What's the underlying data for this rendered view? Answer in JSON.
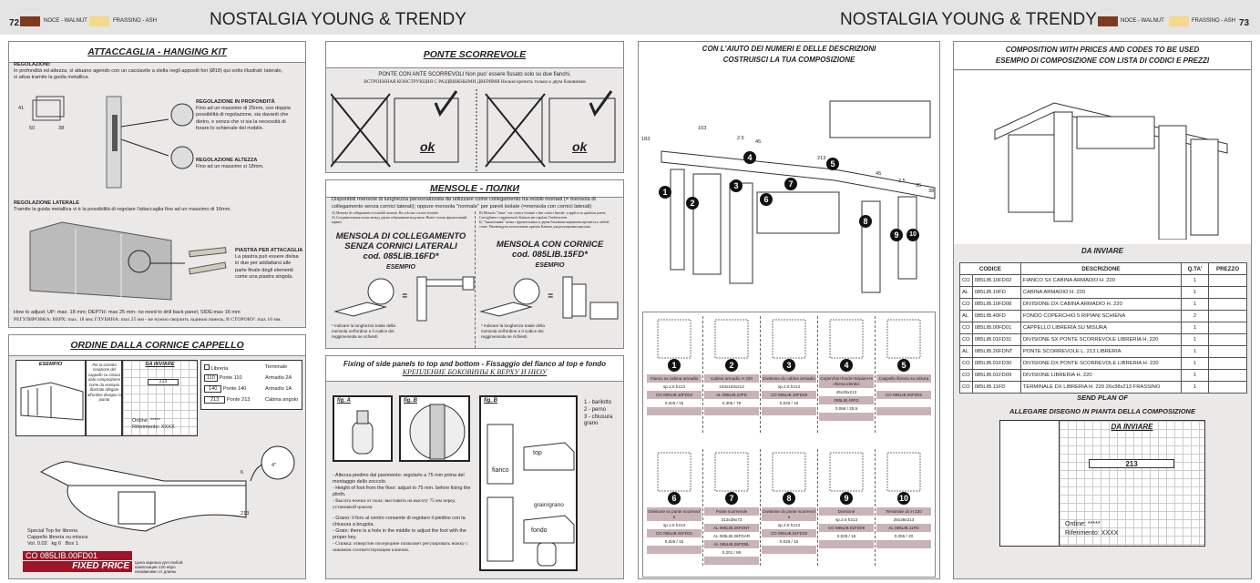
{
  "header": {
    "left_page": "72",
    "right_page": "73",
    "brand": "NOSTALGIA YOUNG & TRENDY",
    "finish_walnut": "NOCE - WALNUT",
    "finish_ash": "FRASSINO - ASH",
    "color_walnut": "#7d3a1f",
    "color_ash": "#f3d98a"
  },
  "hanging_kit": {
    "title": "ATTACCAGLIA - HANGING KIT",
    "reg_title": "REGOLAZIONI:",
    "reg_text": "In profondità ed altezza, si attuano agendo con un cacciavite a stella negli appositi fori (Ø18) qui sotto illustrati: laterale, si attua tramite la guida metallica.",
    "dim_h": "41",
    "dim_w": "50",
    "dim_d": "38",
    "depth_title": "REGOLAZIONE IN PROFONDITÀ",
    "depth_text": "Fino ad un massimo di 25mm, con doppia possibilità di regolazione, sia davanti che dietro, e senza che vi sia la necessità di forare lo schienale del mobile.",
    "height_title": "REGOLAZIONE ALTEZZA",
    "height_text": "Fino ad un massimo si 18mm.",
    "lat_title": "REGOLAZIONE LATERALE",
    "lat_text": "Tramite la guida metallica vi è la possibilità di regolare l'attaccaglia fino ad un massimo di 16mm.",
    "plate_title": "PIASTRA PER ATTACAGLIA",
    "plate_text": "La piastra può essere divisa in due per addattarsi alle parte finale degli elementi come una piastra singola.",
    "adjust_en": "How to adjust: UP: max. 18 mm; DEPTH: max 25 mm- no need to drill back panel; SIDE:max 16 mm",
    "adjust_ru": "РЕГУЛИРОВКА: ВЕРХ: max. 18 мм; ГЛУБИНА: max 25 мм - не нужно сверлить заднюю панель; В СТОРОНУ: max 16 мм."
  },
  "cornice": {
    "title": "ORDINE DALLA CORNICE CAPPELLO",
    "esempio": "ESEMPIO",
    "note": "Per la corretta creazione del cappello su misura dato composizione come da esempio illustrato allegare all'ordine disegno in pianta",
    "da_inviare": "DA INVIARE",
    "plan_value": "213",
    "ordine": "Ordine: *****",
    "riferimento": "Riferimento: XXXX",
    "legend": [
      {
        "k": "",
        "v": "Libreria"
      },
      {
        "k": "110",
        "v": "Ponte 110"
      },
      {
        "k": "140",
        "v": "Ponte 140"
      },
      {
        "k": "213",
        "v": "Ponte 213"
      }
    ],
    "legend2": [
      "Terminale",
      "Armadio 2A",
      "Armadio 1A",
      "Cabina angolo"
    ],
    "dim_6": "6",
    "dim_4": "4\"",
    "dim_213": "213",
    "special": "Special Top for libreria",
    "cappello": "Cappello libreria su misura",
    "vol": "Vol. 0.02",
    "kg": "kg 6",
    "box": "Box 1",
    "code": "CO 085LIB.00FD01",
    "fixed": "FIXED PRICE",
    "ru_note": "Цена карниза для любой композиции 120 евро независимо от длины"
  },
  "ponte": {
    "title": "PONTE SCORREVOLE",
    "line_it": "PONTE CON ANTE SCORREVOLI    Non puo' essere fissato solo su due fianchi.",
    "line_ru": "ВСТРОЕННАЯ КОНСТРУКЦИЯ С РАЗДВИЖНЫМИ ДВЕРЯМИ    Нельзя крепить только к двум боковинам",
    "ok": "ok"
  },
  "mensole": {
    "title": "MENSOLE - ПОЛКИ",
    "intro": "Disponibili mensole di lunghezza personalizzata da utilizzare come collegamento tra mobili montati (= mensola di collegamento senza cornici laterali); oppure mensola \"normale\" per pareti isolate (=mensola con cornici laterali)",
    "a_it": "A) Mensola di collegamento fra mobili montati. Ha solo una cornice frontale.",
    "a_ru": "А) Соединительная полка между двумя собранными модулями. Имеет только фронтальный карниз.",
    "b_it": "B) Mensola \"finita\" con cornice frontale e due cornici laterali: si applica su qualsiasi parete. Consigliamo i reggimensola Kaiman per regolare l'inclinazione.",
    "b_ru": "Б) \"Законченная\" полка с фронтальным и двумя боковыми карнизами крепится к любой стене. Рекомендуем использовать крепеж Kaiman для регулировки наклона.",
    "left_title": "MENSOLA DI COLLEGAMENTO SENZA CORNICI LATERALI",
    "left_code": "cod. 085LIB.16FD*",
    "right_title": "MENSOLA CON CORNICE",
    "right_code": "cod. 085LIB.15FD*",
    "esempio": "ESEMPIO",
    "eq": "=",
    "footnote": "* Indicare la lunghezza totale della mensola nell'ordine e il codice dei reggimensola se richiesti"
  },
  "fixing": {
    "title": "Fixing of side panels to top and bottom - Fissaggio del fianco al top e fondo",
    "title_ru": "КРЕПЛЕНИЕ БОКОВИНЫ К ВЕРХУ И НИЗУ",
    "fig_a": "fig. A",
    "fig_b": "fig. B",
    "fig_b2": "fig. B",
    "parts": [
      "1 - barilotto",
      "2 - perno",
      "3 - chiusura grano"
    ],
    "lbl_top": "top",
    "lbl_fianco": "fianco",
    "lbl_grain": "grain/grano",
    "lbl_fondo": "fondo",
    "notes": [
      "- Altezza piedino dal pavimento: regolarlo a 75 mm prima del montaggio dello zoccolo.",
      "- Height of foot from the floor: adjust to 75 mm. before fixing the plinth.",
      "- Высота ножки от пола: выставить на высоту 75 мм перед установкой цоколя.",
      "- Grano: il foro al centro consente di regolare il piedino con la chiusura a brugola.",
      "- Grain: there is a hole in the middle to adjust the foot with the proper key.",
      "- Стяжка: отверстие посередине позволяет регулировать ножку с зажимом соответствующим ключом."
    ]
  },
  "compose": {
    "title1": "CON L'AIUTO DEI NUMERI E DELLE DESCRIZIONI",
    "title2": "COSTRUISCI LA TUA COMPOSIZIONE",
    "dims": [
      "183",
      "103",
      "2.5",
      "45",
      "213",
      "45",
      "2.5",
      "35",
      "38"
    ],
    "items": [
      {
        "n": "1",
        "name": "Fianco sx cabina armadio",
        "size": "sp.2.5 h213",
        "code": "CO 085LIB.10FD02",
        "vol": "0,026 / 15"
      },
      {
        "n": "2",
        "name": "Cabina armadio H 220",
        "size": "103x103x213",
        "code": "AL 085LIB.10FD",
        "vol": "0,306 / 79"
      },
      {
        "n": "3",
        "name": "Divisione dx cabina armadio",
        "size": "sp.2.5 h213",
        "code": "CO 085LIB.10FD08",
        "vol": "0,026 / 15"
      },
      {
        "n": "4",
        "name": "Coperchio+fondo+5ripiani+schiena identici",
        "size": "45x35x213",
        "code": "085LIB.40FD",
        "vol": "0,066 / 25.5"
      },
      {
        "n": "5",
        "name": "Cappello libreria su misura",
        "size": "",
        "code": "CO 085LIB.00FD01",
        "vol": ""
      },
      {
        "n": "6",
        "name": "Divisione sx ponte scorrevole",
        "size": "sp.2.5 h213",
        "code": "CO 085LIB.01FD31",
        "vol": "0,026 / 15"
      },
      {
        "n": "7",
        "name": "Ponte scorrevole",
        "size": "213x38x73",
        "code": "AL 085LIB.26FDNT",
        "code2": "AL 085LIB.26FDAR",
        "code3": "AL 085LIB.26FDBL",
        "vol": "0,201 / 86"
      },
      {
        "n": "8",
        "name": "Divisione dx ponte scorrevole",
        "size": "sp.2.5 h213",
        "code": "CO 085LIB.01FD30",
        "vol": "0,026 / 15"
      },
      {
        "n": "9",
        "name": "Divisione",
        "size": "sp.2.5 h213",
        "code": "CO 085LIB.01FD09",
        "vol": "0,026 / 15"
      },
      {
        "n": "10",
        "name": "Terminale dx H 220",
        "size": "26x38x213",
        "code": "AL 085LIB.11FD",
        "vol": "0,055 / 20"
      }
    ]
  },
  "price": {
    "title1": "COMPOSITION WITH PRICES AND CODES TO BE USED",
    "title2": "ESEMPIO DI COMPOSIZIONE CON LISTA DI CODICI E PREZZI",
    "da_inviare": "DA INVIARE",
    "headers": [
      "CODICE",
      "DESCRIZIONE",
      "Q.TA'",
      "PREZZO"
    ],
    "rows": [
      [
        "CO",
        "085LIB.10FD02",
        "FIANCO SX CABINA ARMADIO H. 220",
        "1"
      ],
      [
        "AL",
        "085LIB.10FD",
        "CABINA ARMADIO H. 220",
        "1"
      ],
      [
        "CO",
        "085LIB.10FD08",
        "DIVISIONE DX CABINA ARMADIO H. 220",
        "1"
      ],
      [
        "AL",
        "085LIB.40FD",
        "FONDO COPERCHIO 5 RIPIANI SCHIENA",
        "2"
      ],
      [
        "CO",
        "085LIB.00FD01",
        "CAPPELLO LIBRERIA SU MISURA",
        "1"
      ],
      [
        "CO",
        "085LIB.01FD31",
        "DIVISIONE SX PONTE SCORREVOLE LIBRERIA H. 220",
        "1"
      ],
      [
        "AL",
        "085LIB.26FDNT",
        "PONTE SCORREVOLE L. 213 LIBRERIA",
        "1"
      ],
      [
        "CO",
        "085LIB.01FD30",
        "DIVISIONE DX PONTE SCORREVOLE LIBRERIA H. 220",
        "1"
      ],
      [
        "CO",
        "085LIB.01FD09",
        "DIVISIONE LIBRERIA H. 220",
        "1"
      ],
      [
        "CO",
        "085LIB.11FD",
        "TERMINALE DX LIBRERIA H. 220 26x38x213 FRASSINO",
        "1"
      ]
    ],
    "send1": "SEND PLAN OF",
    "send2": "ALLEGARE DISEGNO IN PIANTA DELLA COMPOSIZIONE",
    "plan_title": "DA INVIARE",
    "plan_value": "213",
    "ordine": "Ordine: *****",
    "riferimento": "Riferimento: XXXX"
  }
}
